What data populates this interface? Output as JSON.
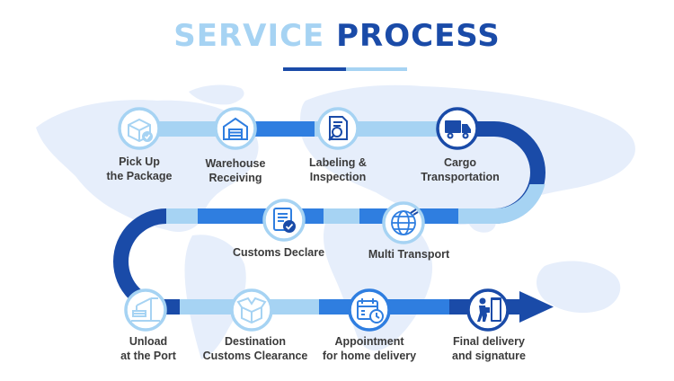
{
  "header": {
    "title_word1": "SERVICE",
    "title_word2": "PROCESS"
  },
  "colors": {
    "primary_dark": "#1a4ba8",
    "accent_blue": "#2f7ee0",
    "light_blue": "#a6d3f3",
    "map": "#e6eefb",
    "text": "#3b3b3b"
  },
  "steps": [
    {
      "lines": [
        "Pick Up",
        "the Package"
      ],
      "icon": "package-check-icon"
    },
    {
      "lines": [
        "Warehouse",
        "Receiving"
      ],
      "icon": "warehouse-icon"
    },
    {
      "lines": [
        "Labeling &",
        "Inspection"
      ],
      "icon": "document-magnifier-icon"
    },
    {
      "lines": [
        "Cargo",
        "Transportation"
      ],
      "icon": "delivery-truck-icon"
    },
    {
      "lines": [
        "Multi Transport"
      ],
      "icon": "globe-icon"
    },
    {
      "lines": [
        "Customs Declare"
      ],
      "icon": "document-check-icon"
    },
    {
      "lines": [
        "Unload",
        "at the Port"
      ],
      "icon": "port-crane-icon"
    },
    {
      "lines": [
        "Destination",
        "Customs Clearance"
      ],
      "icon": "open-box-icon"
    },
    {
      "lines": [
        "Appointment",
        "for home delivery"
      ],
      "icon": "calendar-clock-icon"
    },
    {
      "lines": [
        "Final delivery",
        "and signature"
      ],
      "icon": "courier-door-icon"
    }
  ]
}
